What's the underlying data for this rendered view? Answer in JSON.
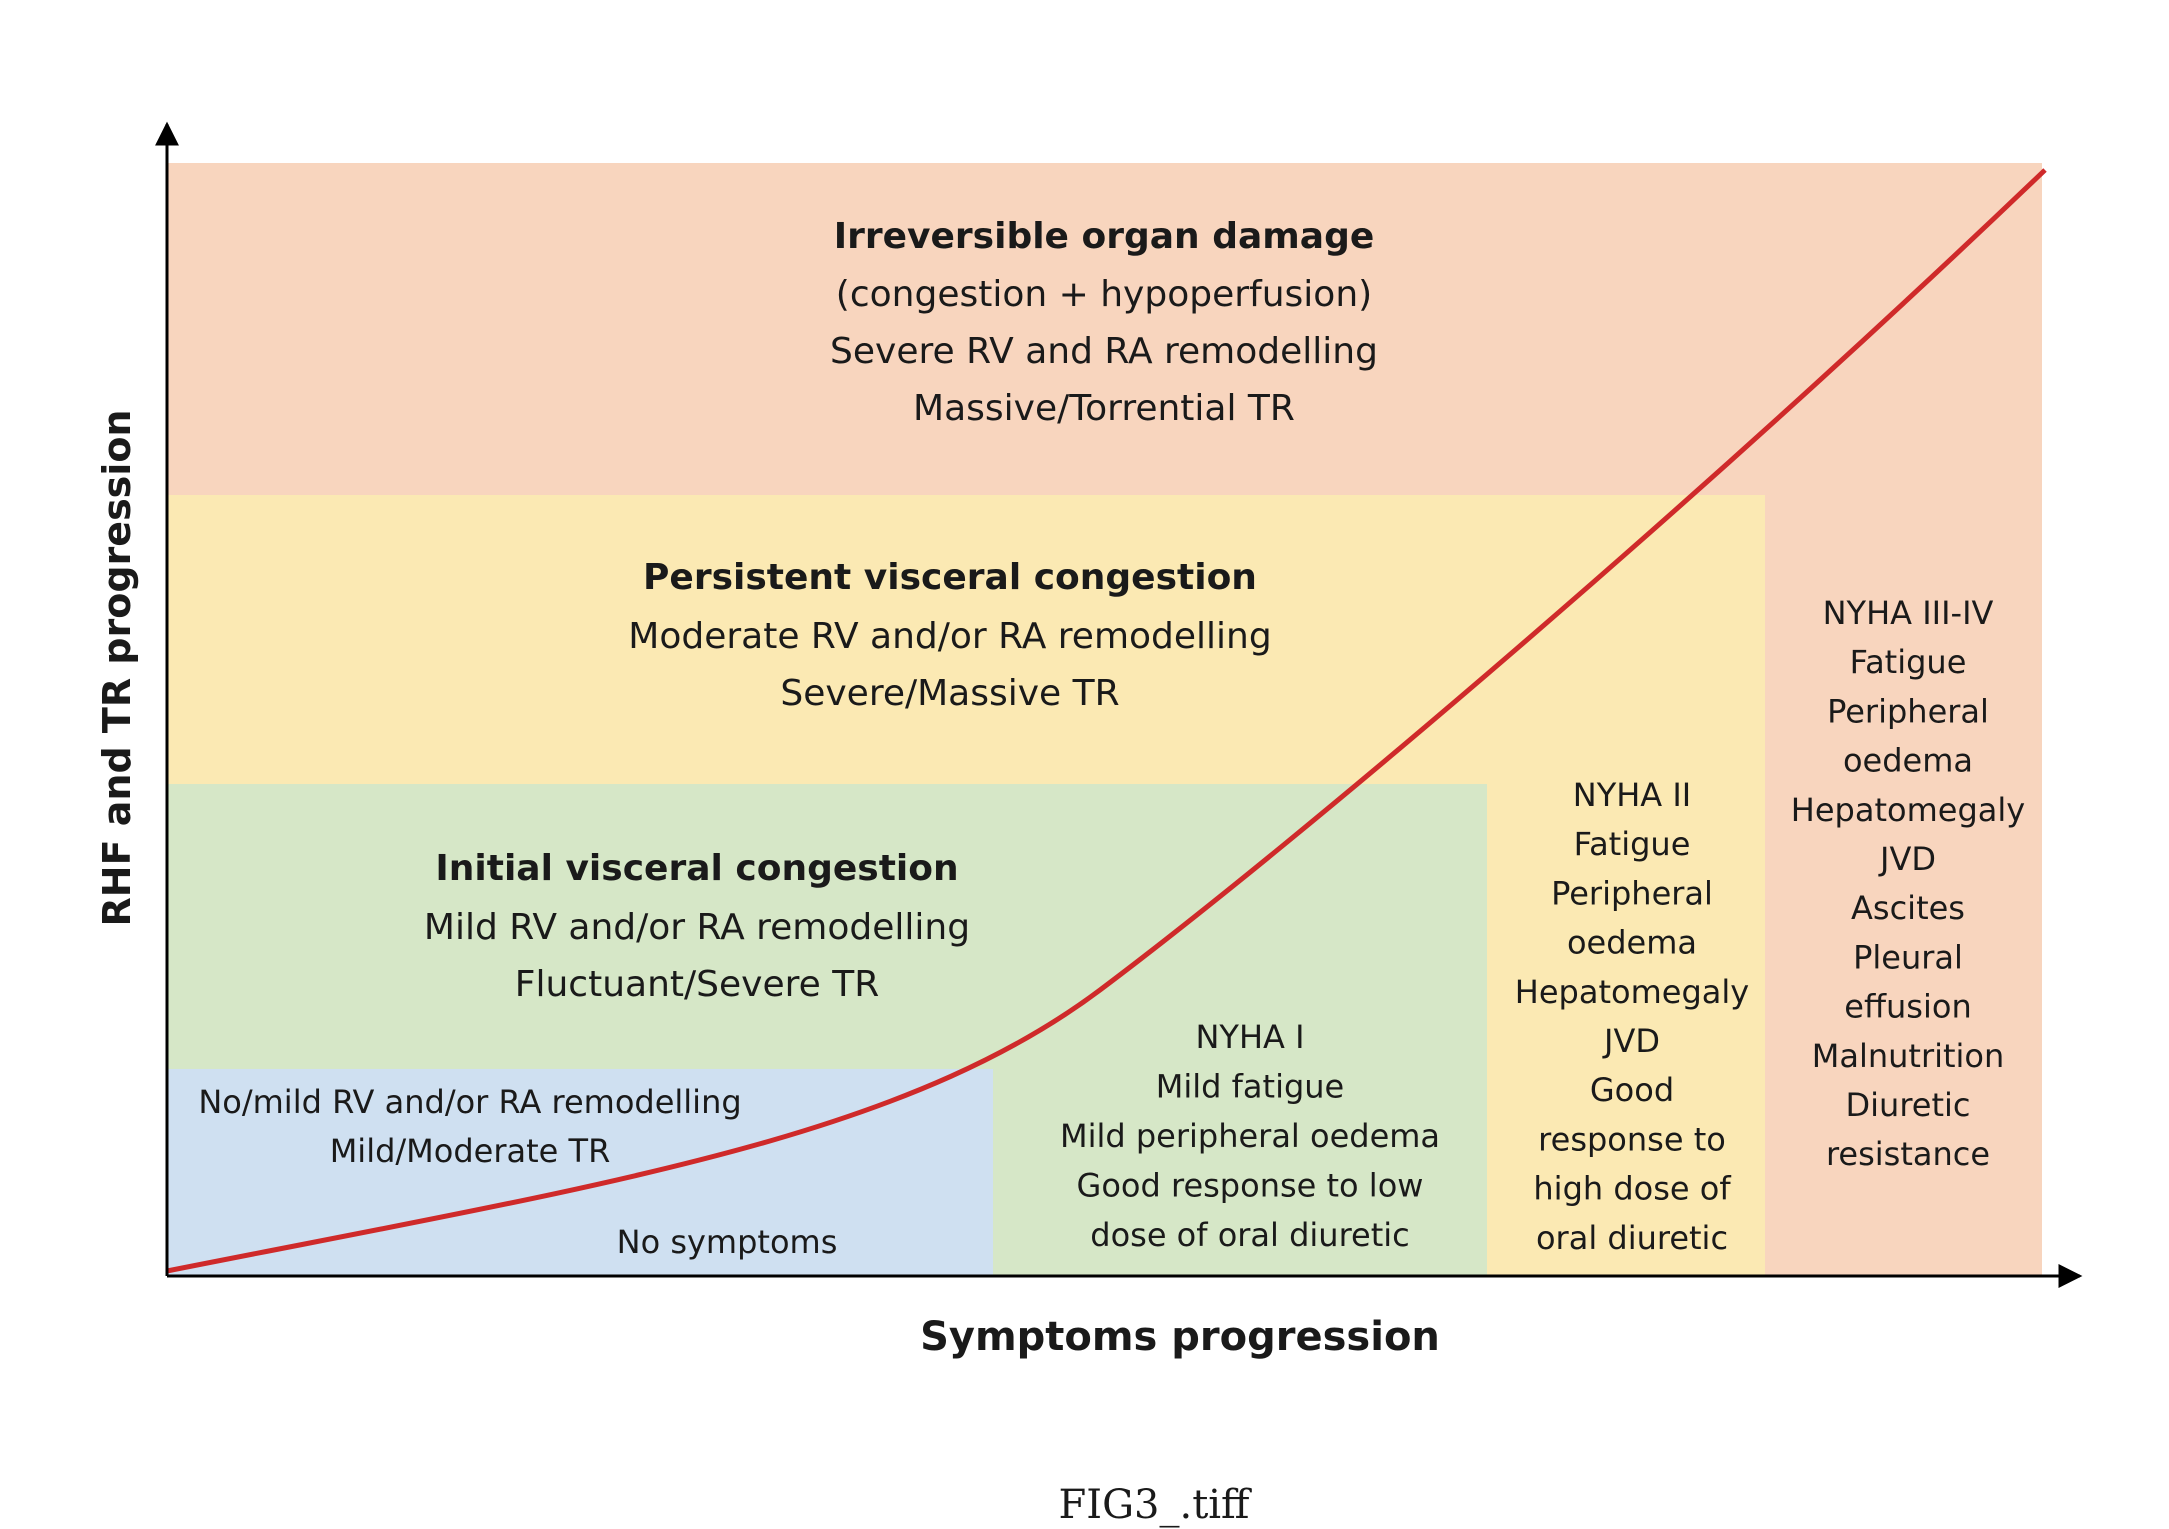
{
  "axes": {
    "y_label": "RHF and TR progression",
    "x_label": "Symptoms progression"
  },
  "caption": "FIG3_.tiff",
  "colors": {
    "orange_zone": "#f8d5be",
    "yellow_zone": "#fbe9b3",
    "green_zone": "#d6e7c7",
    "blue_zone": "#cfe0f1",
    "curve": "#cf2a2a",
    "orange_title": "#d4691f",
    "yellow_title": "#d9a326",
    "green_title": "#5a8f2e",
    "text": "#1a1a1a",
    "axis": "#000000"
  },
  "zones": {
    "irreversible": {
      "title": "Irreversible organ damage",
      "lines": [
        "(congestion + hypoperfusion)",
        "Severe RV and RA remodelling",
        "Massive/Torrential TR"
      ]
    },
    "persistent": {
      "title": "Persistent visceral congestion",
      "lines": [
        "Moderate RV and/or RA remodelling",
        "Severe/Massive TR"
      ]
    },
    "initial": {
      "title": "Initial visceral congestion",
      "lines": [
        "Mild RV and/or RA remodelling",
        "Fluctuant/Severe TR"
      ]
    },
    "none": {
      "lines": [
        "No/mild RV and/or RA remodelling",
        "Mild/Moderate TR"
      ]
    }
  },
  "symptoms": {
    "none": "No symptoms",
    "nyha1": [
      "NYHA I",
      "Mild fatigue",
      "Mild peripheral oedema",
      "Good response to low",
      "dose of oral diuretic"
    ],
    "nyha2": [
      "NYHA II",
      "Fatigue",
      "Peripheral",
      "oedema",
      "Hepatomegaly",
      "JVD",
      "Good",
      "response to",
      "high dose of",
      "oral diuretic"
    ],
    "nyha34": [
      "NYHA III-IV",
      "Fatigue",
      "Peripheral",
      "oedema",
      "Hepatomegaly",
      "JVD",
      "Ascites",
      "Pleural",
      "effusion",
      "Malnutrition",
      "Diuretic",
      "resistance"
    ]
  }
}
